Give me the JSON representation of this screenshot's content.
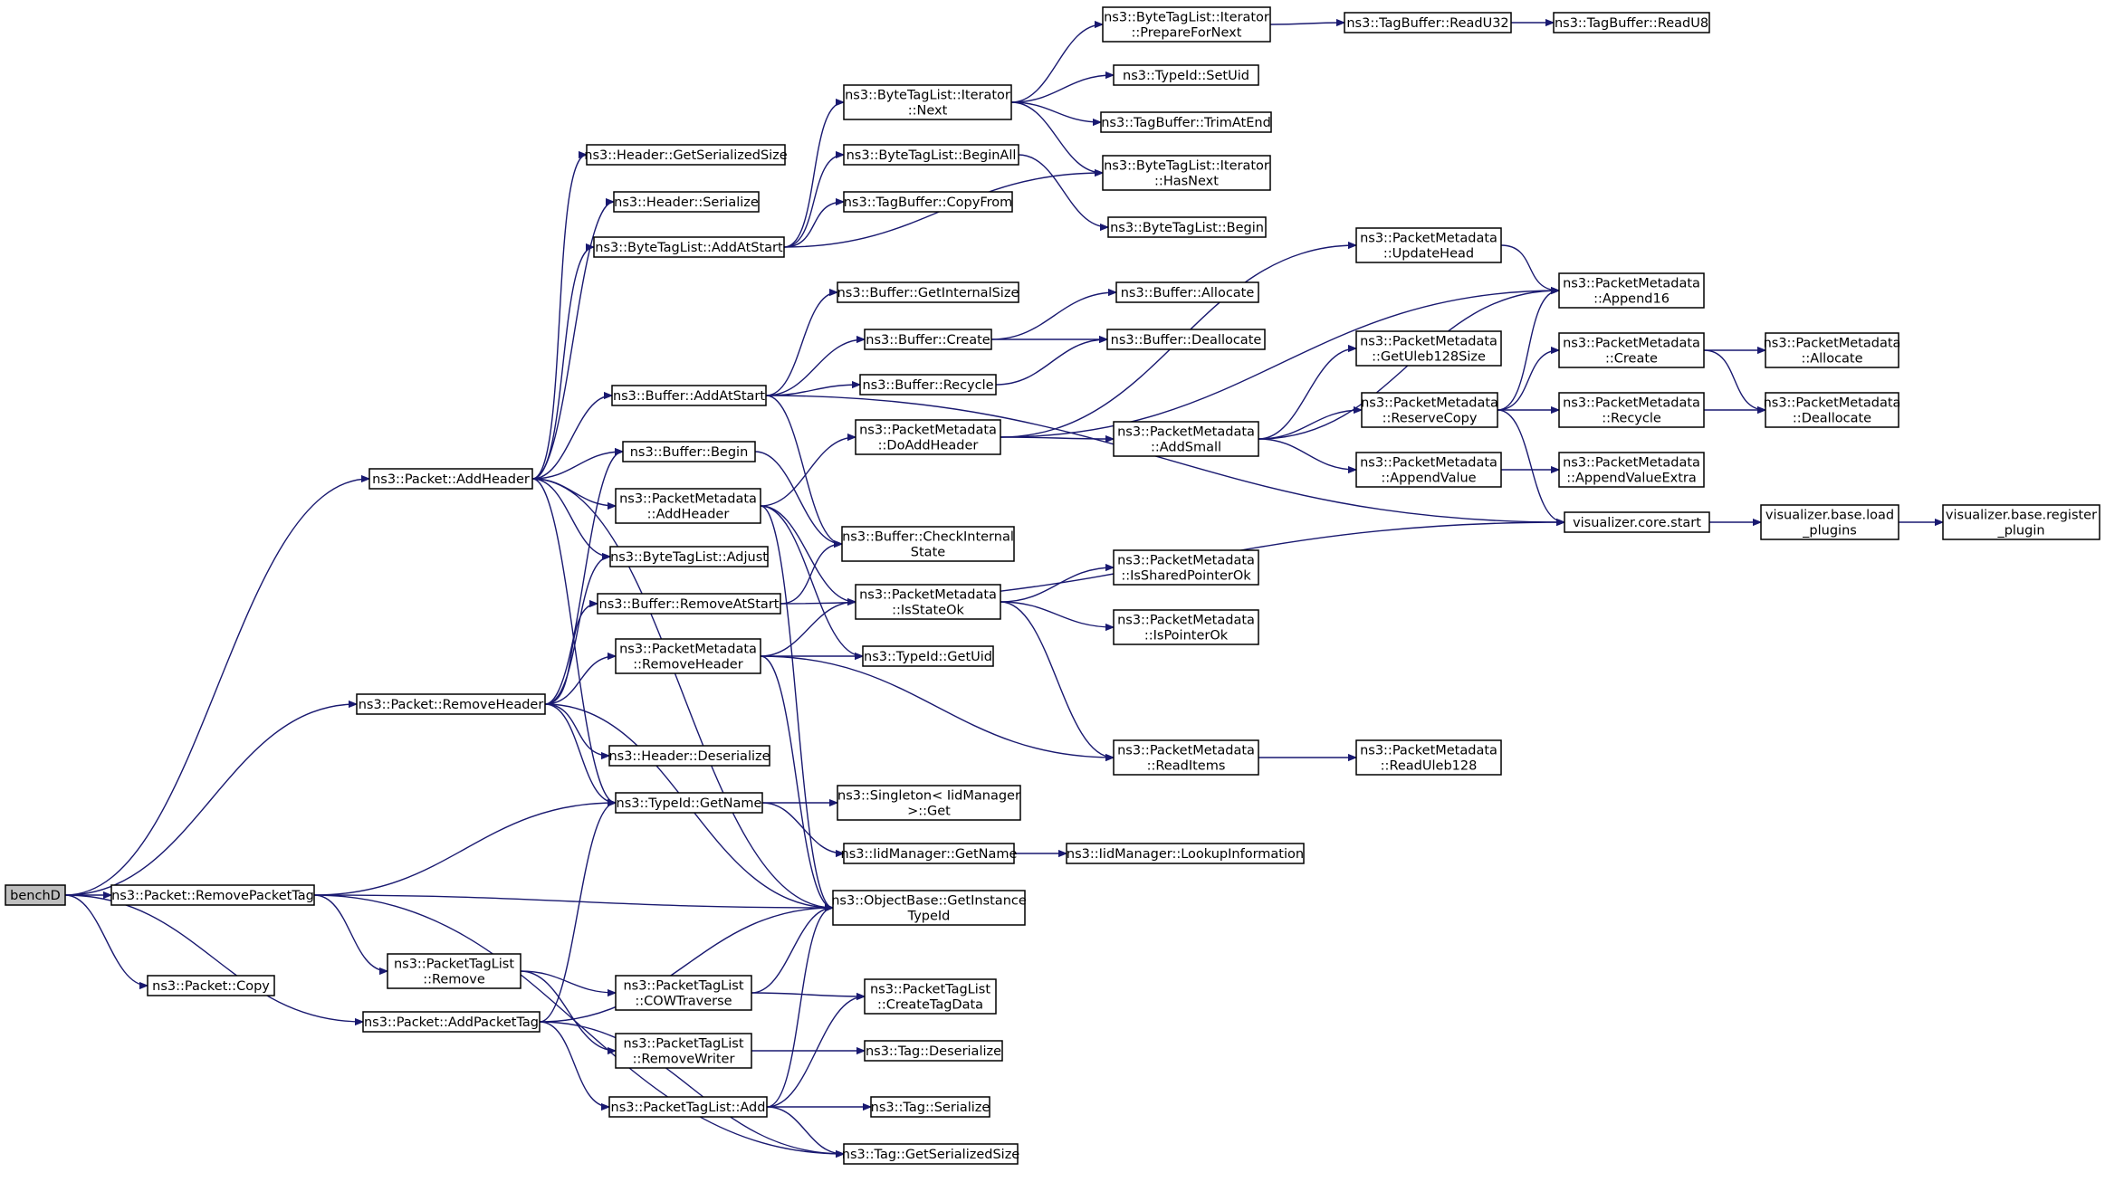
{
  "nodes": [
    {
      "id": "benchD",
      "lines": [
        "benchD"
      ],
      "root": true
    },
    {
      "id": "addHeader",
      "lines": [
        "ns3::Packet::AddHeader"
      ]
    },
    {
      "id": "removeHeader",
      "lines": [
        "ns3::Packet::RemoveHeader"
      ]
    },
    {
      "id": "removePacketTag",
      "lines": [
        "ns3::Packet::RemovePacketTag"
      ]
    },
    {
      "id": "addPacketTag",
      "lines": [
        "ns3::Packet::AddPacketTag"
      ]
    },
    {
      "id": "packetCopy",
      "lines": [
        "ns3::Packet::Copy"
      ]
    },
    {
      "id": "hdrGetSerSize",
      "lines": [
        "ns3::Header::GetSerializedSize"
      ]
    },
    {
      "id": "hdrSerialize",
      "lines": [
        "ns3::Header::Serialize"
      ]
    },
    {
      "id": "btlAddAtStart",
      "lines": [
        "ns3::ByteTagList::AddAtStart"
      ]
    },
    {
      "id": "bufAddAtStart",
      "lines": [
        "ns3::Buffer::AddAtStart"
      ]
    },
    {
      "id": "bufBegin",
      "lines": [
        "ns3::Buffer::Begin"
      ]
    },
    {
      "id": "pmAddHeader",
      "lines": [
        "ns3::PacketMetadata",
        "::AddHeader"
      ]
    },
    {
      "id": "btlAdjust",
      "lines": [
        "ns3::ByteTagList::Adjust"
      ]
    },
    {
      "id": "bufRemoveAtStart",
      "lines": [
        "ns3::Buffer::RemoveAtStart"
      ]
    },
    {
      "id": "pmRemoveHeader",
      "lines": [
        "ns3::PacketMetadata",
        "::RemoveHeader"
      ]
    },
    {
      "id": "hdrDeserialize",
      "lines": [
        "ns3::Header::Deserialize"
      ]
    },
    {
      "id": "typeIdGetName",
      "lines": [
        "ns3::TypeId::GetName"
      ]
    },
    {
      "id": "ptlRemove",
      "lines": [
        "ns3::PacketTagList",
        "::Remove"
      ]
    },
    {
      "id": "ptlCowTraverse",
      "lines": [
        "ns3::PacketTagList",
        "::COWTraverse"
      ]
    },
    {
      "id": "ptlRemoveWriter",
      "lines": [
        "ns3::PacketTagList",
        "::RemoveWriter"
      ]
    },
    {
      "id": "ptlAdd",
      "lines": [
        "ns3::PacketTagList::Add"
      ]
    },
    {
      "id": "btliNext",
      "lines": [
        "ns3::ByteTagList::Iterator",
        "::Next"
      ]
    },
    {
      "id": "btlBeginAll",
      "lines": [
        "ns3::ByteTagList::BeginAll"
      ]
    },
    {
      "id": "tbCopyFrom",
      "lines": [
        "ns3::TagBuffer::CopyFrom"
      ]
    },
    {
      "id": "bufGetInternalSize",
      "lines": [
        "ns3::Buffer::GetInternalSize"
      ]
    },
    {
      "id": "bufCreate",
      "lines": [
        "ns3::Buffer::Create"
      ]
    },
    {
      "id": "bufRecycle",
      "lines": [
        "ns3::Buffer::Recycle"
      ]
    },
    {
      "id": "pmDoAddHeader",
      "lines": [
        "ns3::PacketMetadata",
        "::DoAddHeader"
      ]
    },
    {
      "id": "bufCheckInternalState",
      "lines": [
        "ns3::Buffer::CheckInternal",
        "State"
      ]
    },
    {
      "id": "pmIsStateOk",
      "lines": [
        "ns3::PacketMetadata",
        "::IsStateOk"
      ]
    },
    {
      "id": "typeIdGetUid",
      "lines": [
        "ns3::TypeId::GetUid"
      ]
    },
    {
      "id": "singletonGet",
      "lines": [
        "ns3::Singleton< IidManager",
        " >::Get"
      ]
    },
    {
      "id": "iidGetName",
      "lines": [
        "ns3::IidManager::GetName"
      ]
    },
    {
      "id": "objGetInstanceTypeId",
      "lines": [
        "ns3::ObjectBase::GetInstance",
        "TypeId"
      ]
    },
    {
      "id": "ptlCreateTagData",
      "lines": [
        "ns3::PacketTagList",
        "::CreateTagData"
      ]
    },
    {
      "id": "tagDeserialize",
      "lines": [
        "ns3::Tag::Deserialize"
      ]
    },
    {
      "id": "tagSerialize",
      "lines": [
        "ns3::Tag::Serialize"
      ]
    },
    {
      "id": "tagGetSerSize",
      "lines": [
        "ns3::Tag::GetSerializedSize"
      ]
    },
    {
      "id": "btliPrepareForNext",
      "lines": [
        "ns3::ByteTagList::Iterator",
        "::PrepareForNext"
      ]
    },
    {
      "id": "typeIdSetUid",
      "lines": [
        "ns3::TypeId::SetUid"
      ]
    },
    {
      "id": "tbTrimAtEnd",
      "lines": [
        "ns3::TagBuffer::TrimAtEnd"
      ]
    },
    {
      "id": "btliHasNext",
      "lines": [
        "ns3::ByteTagList::Iterator",
        "::HasNext"
      ]
    },
    {
      "id": "btlBegin",
      "lines": [
        "ns3::ByteTagList::Begin"
      ]
    },
    {
      "id": "bufAllocate",
      "lines": [
        "ns3::Buffer::Allocate"
      ]
    },
    {
      "id": "bufDeallocate",
      "lines": [
        "ns3::Buffer::Deallocate"
      ]
    },
    {
      "id": "pmUpdateHead",
      "lines": [
        "ns3::PacketMetadata",
        "::UpdateHead"
      ]
    },
    {
      "id": "pmGetUleb128Size",
      "lines": [
        "ns3::PacketMetadata",
        "::GetUleb128Size"
      ]
    },
    {
      "id": "pmAddSmall",
      "lines": [
        "ns3::PacketMetadata",
        "::AddSmall"
      ]
    },
    {
      "id": "pmReserveCopy",
      "lines": [
        "ns3::PacketMetadata",
        "::ReserveCopy"
      ]
    },
    {
      "id": "pmAppendValue",
      "lines": [
        "ns3::PacketMetadata",
        "::AppendValue"
      ]
    },
    {
      "id": "vizCoreStart",
      "lines": [
        "visualizer.core.start"
      ]
    },
    {
      "id": "pmIsSharedPointerOk",
      "lines": [
        "ns3::PacketMetadata",
        "::IsSharedPointerOk"
      ]
    },
    {
      "id": "pmIsPointerOk",
      "lines": [
        "ns3::PacketMetadata",
        "::IsPointerOk"
      ]
    },
    {
      "id": "pmReadItems",
      "lines": [
        "ns3::PacketMetadata",
        "::ReadItems"
      ]
    },
    {
      "id": "iidLookupInformation",
      "lines": [
        "ns3::IidManager::LookupInformation"
      ]
    },
    {
      "id": "tbReadU32",
      "lines": [
        "ns3::TagBuffer::ReadU32"
      ]
    },
    {
      "id": "tbReadU8",
      "lines": [
        "ns3::TagBuffer::ReadU8"
      ]
    },
    {
      "id": "pmAppend16",
      "lines": [
        "ns3::PacketMetadata",
        "::Append16"
      ]
    },
    {
      "id": "pmCreate",
      "lines": [
        "ns3::PacketMetadata",
        "::Create"
      ]
    },
    {
      "id": "pmRecycle",
      "lines": [
        "ns3::PacketMetadata",
        "::Recycle"
      ]
    },
    {
      "id": "pmAppendValueExtra",
      "lines": [
        "ns3::PacketMetadata",
        "::AppendValueExtra"
      ]
    },
    {
      "id": "vizBaseLoadPlugins",
      "lines": [
        "visualizer.base.load",
        "_plugins"
      ]
    },
    {
      "id": "pmAllocate",
      "lines": [
        "ns3::PacketMetadata",
        "::Allocate"
      ]
    },
    {
      "id": "pmDeallocate",
      "lines": [
        "ns3::PacketMetadata",
        "::Deallocate"
      ]
    },
    {
      "id": "pmReadUleb128",
      "lines": [
        "ns3::PacketMetadata",
        "::ReadUleb128"
      ]
    },
    {
      "id": "vizBaseRegisterPlugin",
      "lines": [
        "visualizer.base.register",
        "_plugin"
      ]
    }
  ],
  "edges": [
    [
      "benchD",
      "addHeader"
    ],
    [
      "benchD",
      "removeHeader"
    ],
    [
      "benchD",
      "removePacketTag"
    ],
    [
      "benchD",
      "addPacketTag"
    ],
    [
      "benchD",
      "packetCopy"
    ],
    [
      "addHeader",
      "hdrGetSerSize"
    ],
    [
      "addHeader",
      "hdrSerialize"
    ],
    [
      "addHeader",
      "btlAddAtStart"
    ],
    [
      "addHeader",
      "bufAddAtStart"
    ],
    [
      "addHeader",
      "bufBegin"
    ],
    [
      "addHeader",
      "pmAddHeader"
    ],
    [
      "addHeader",
      "btlAdjust"
    ],
    [
      "addHeader",
      "typeIdGetName"
    ],
    [
      "addHeader",
      "objGetInstanceTypeId"
    ],
    [
      "removeHeader",
      "bufBegin"
    ],
    [
      "removeHeader",
      "btlAdjust"
    ],
    [
      "removeHeader",
      "bufRemoveAtStart"
    ],
    [
      "removeHeader",
      "pmRemoveHeader"
    ],
    [
      "removeHeader",
      "hdrDeserialize"
    ],
    [
      "removeHeader",
      "typeIdGetName"
    ],
    [
      "removeHeader",
      "objGetInstanceTypeId"
    ],
    [
      "removePacketTag",
      "typeIdGetName"
    ],
    [
      "removePacketTag",
      "objGetInstanceTypeId"
    ],
    [
      "removePacketTag",
      "ptlRemove"
    ],
    [
      "removePacketTag",
      "tagGetSerSize"
    ],
    [
      "addPacketTag",
      "typeIdGetName"
    ],
    [
      "addPacketTag",
      "objGetInstanceTypeId"
    ],
    [
      "addPacketTag",
      "ptlAdd"
    ],
    [
      "addPacketTag",
      "tagGetSerSize"
    ],
    [
      "btlAddAtStart",
      "btliNext"
    ],
    [
      "btlAddAtStart",
      "btlBeginAll"
    ],
    [
      "btlAddAtStart",
      "tbCopyFrom"
    ],
    [
      "btlAddAtStart",
      "btliHasNext"
    ],
    [
      "bufAddAtStart",
      "bufGetInternalSize"
    ],
    [
      "bufAddAtStart",
      "bufCreate"
    ],
    [
      "bufAddAtStart",
      "bufRecycle"
    ],
    [
      "bufAddAtStart",
      "bufCheckInternalState"
    ],
    [
      "bufAddAtStart",
      "vizCoreStart"
    ],
    [
      "bufBegin",
      "bufCheckInternalState"
    ],
    [
      "pmAddHeader",
      "pmDoAddHeader"
    ],
    [
      "pmAddHeader",
      "pmIsStateOk"
    ],
    [
      "pmAddHeader",
      "typeIdGetUid"
    ],
    [
      "pmAddHeader",
      "objGetInstanceTypeId"
    ],
    [
      "bufRemoveAtStart",
      "bufCheckInternalState"
    ],
    [
      "bufRemoveAtStart",
      "vizCoreStart"
    ],
    [
      "pmRemoveHeader",
      "pmIsStateOk"
    ],
    [
      "pmRemoveHeader",
      "typeIdGetUid"
    ],
    [
      "pmRemoveHeader",
      "pmReadItems"
    ],
    [
      "pmRemoveHeader",
      "objGetInstanceTypeId"
    ],
    [
      "typeIdGetName",
      "singletonGet"
    ],
    [
      "typeIdGetName",
      "iidGetName"
    ],
    [
      "iidGetName",
      "iidLookupInformation"
    ],
    [
      "ptlRemove",
      "ptlCowTraverse"
    ],
    [
      "ptlRemove",
      "ptlRemoveWriter"
    ],
    [
      "ptlCowTraverse",
      "objGetInstanceTypeId"
    ],
    [
      "ptlCowTraverse",
      "ptlCreateTagData"
    ],
    [
      "ptlRemoveWriter",
      "tagDeserialize"
    ],
    [
      "ptlAdd",
      "objGetInstanceTypeId"
    ],
    [
      "ptlAdd",
      "ptlCreateTagData"
    ],
    [
      "ptlAdd",
      "tagSerialize"
    ],
    [
      "ptlAdd",
      "tagGetSerSize"
    ],
    [
      "btliNext",
      "btliPrepareForNext"
    ],
    [
      "btliNext",
      "typeIdSetUid"
    ],
    [
      "btliNext",
      "tbTrimAtEnd"
    ],
    [
      "btliNext",
      "btliHasNext"
    ],
    [
      "btlBeginAll",
      "btlBegin"
    ],
    [
      "bufCreate",
      "bufAllocate"
    ],
    [
      "bufCreate",
      "bufDeallocate"
    ],
    [
      "bufRecycle",
      "bufDeallocate"
    ],
    [
      "pmDoAddHeader",
      "pmUpdateHead"
    ],
    [
      "pmDoAddHeader",
      "pmAddSmall"
    ],
    [
      "pmDoAddHeader",
      "pmAppend16"
    ],
    [
      "pmIsStateOk",
      "pmIsSharedPointerOk"
    ],
    [
      "pmIsStateOk",
      "pmIsPointerOk"
    ],
    [
      "pmIsStateOk",
      "pmReadItems"
    ],
    [
      "btliPrepareForNext",
      "tbReadU32"
    ],
    [
      "tbReadU32",
      "tbReadU8"
    ],
    [
      "pmUpdateHead",
      "pmAppend16"
    ],
    [
      "pmAddSmall",
      "pmAppend16"
    ],
    [
      "pmAddSmall",
      "pmGetUleb128Size"
    ],
    [
      "pmAddSmall",
      "pmReserveCopy"
    ],
    [
      "pmAddSmall",
      "pmAppendValue"
    ],
    [
      "pmReserveCopy",
      "pmAppend16"
    ],
    [
      "pmReserveCopy",
      "pmCreate"
    ],
    [
      "pmReserveCopy",
      "pmRecycle"
    ],
    [
      "pmReserveCopy",
      "vizCoreStart"
    ],
    [
      "pmAppendValue",
      "pmAppendValueExtra"
    ],
    [
      "pmCreate",
      "pmAllocate"
    ],
    [
      "pmCreate",
      "pmDeallocate"
    ],
    [
      "pmRecycle",
      "pmDeallocate"
    ],
    [
      "pmReadItems",
      "pmReadUleb128"
    ],
    [
      "vizCoreStart",
      "vizBaseLoadPlugins"
    ],
    [
      "vizBaseLoadPlugins",
      "vizBaseRegisterPlugin"
    ]
  ]
}
